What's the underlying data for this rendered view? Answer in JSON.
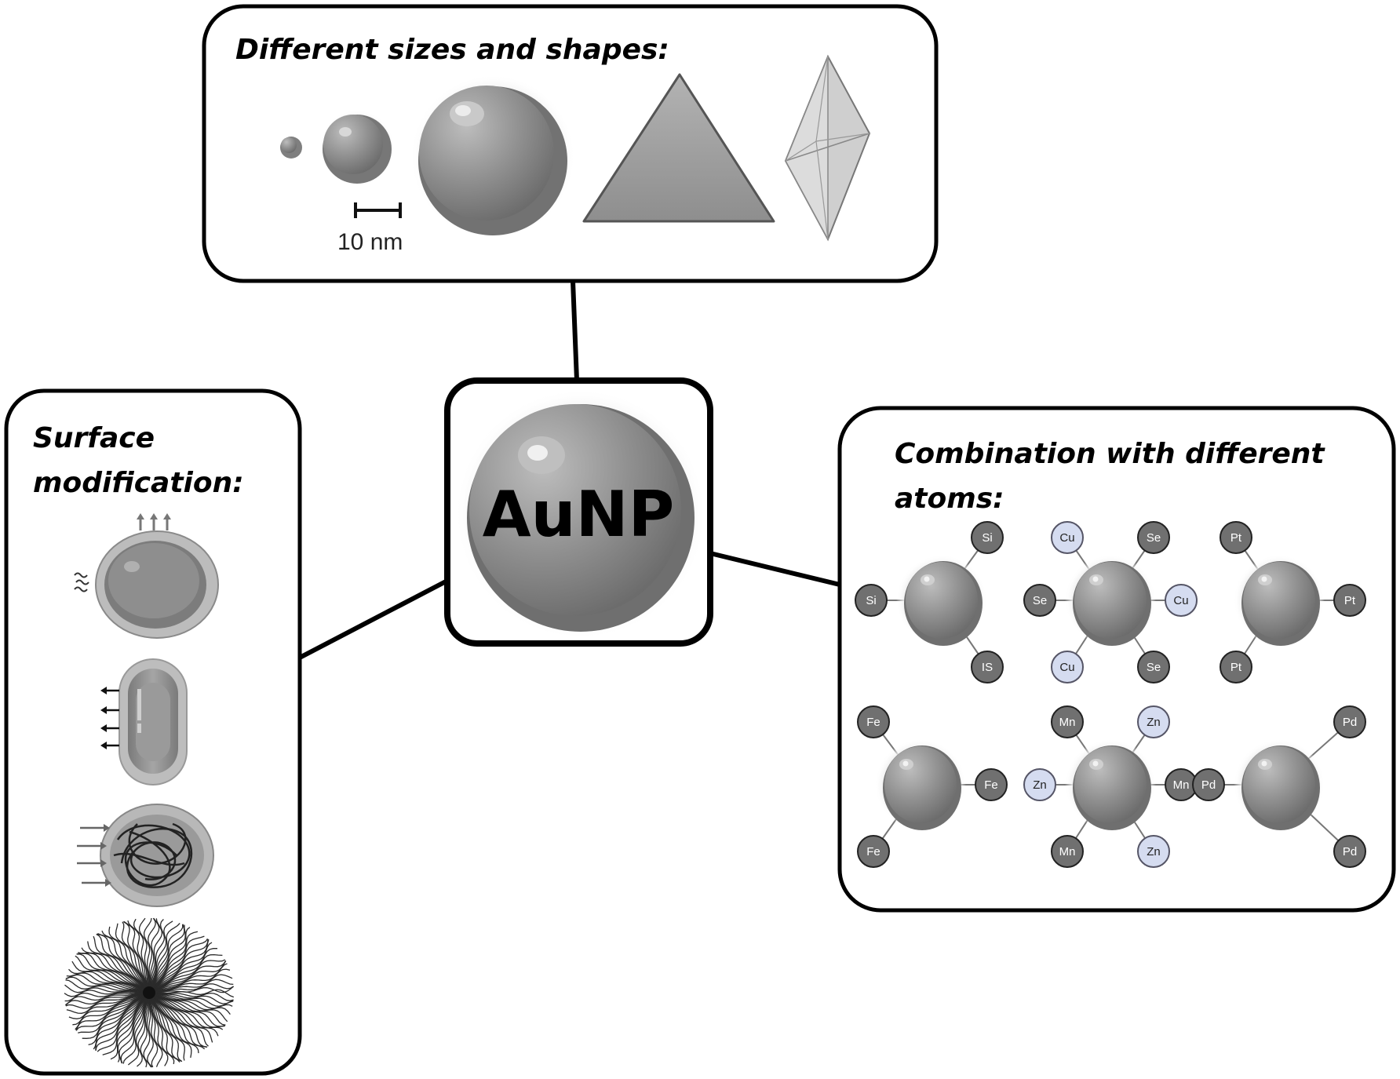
{
  "center": {
    "label": "AuNP"
  },
  "top_box": {
    "title": "Different sizes and shapes:",
    "scale_label": "10 nm",
    "shapes": [
      "sphere-small",
      "sphere-medium",
      "sphere-large",
      "triangle",
      "bipyramid"
    ]
  },
  "left_box": {
    "title_line1": "Surface",
    "title_line2": "modification:",
    "items": [
      "coated-sphere-icon",
      "coated-rod-icon",
      "polymer-wrapped-sphere-icon",
      "dendrimer-icon"
    ]
  },
  "right_box": {
    "title_line1": "Combination with different",
    "title_line2": "atoms:",
    "clusters": [
      {
        "name": "si",
        "atoms": [
          "Si",
          "Si",
          "IS"
        ]
      },
      {
        "name": "cu-se",
        "atoms": [
          "Cu",
          "Se",
          "Se",
          "Cu",
          "Cu",
          "Se"
        ]
      },
      {
        "name": "pt",
        "atoms": [
          "Pt",
          "Pt",
          "Pt"
        ]
      },
      {
        "name": "fe",
        "atoms": [
          "Fe",
          "Fe",
          "Fe"
        ]
      },
      {
        "name": "mn-zn",
        "atoms": [
          "Mn",
          "Zn",
          "Zn",
          "Mn",
          "Mn",
          "Zn"
        ]
      },
      {
        "name": "pd",
        "atoms": [
          "Pd",
          "Pd",
          "Pd"
        ]
      }
    ]
  },
  "colors": {
    "particle": "#8f8f8f",
    "atom_dark": "#707070",
    "atom_light": "#d5dcf0",
    "outline": "#000000"
  }
}
